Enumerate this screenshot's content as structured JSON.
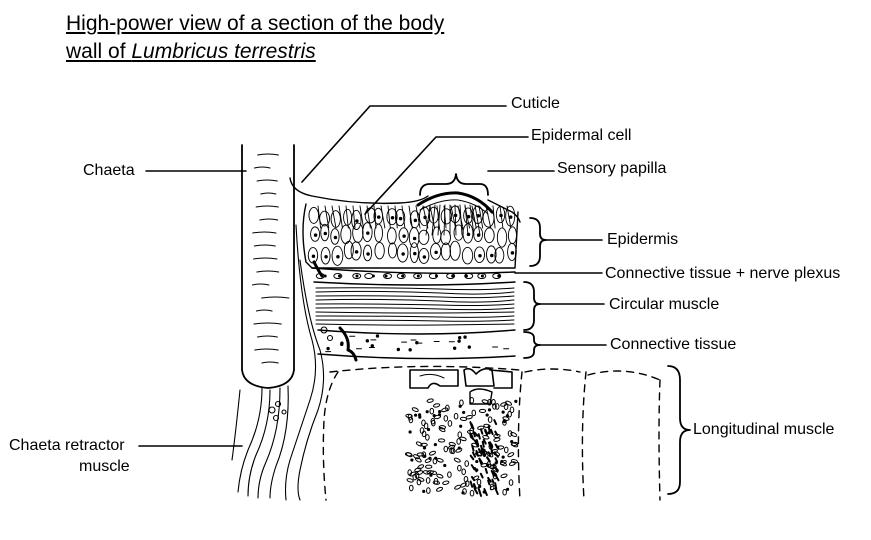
{
  "title": {
    "line1": "High-power view of a section of the body",
    "line2_prefix": "wall of ",
    "line2_species": "Lumbricus terrestris"
  },
  "labels": {
    "cuticle": "Cuticle",
    "epidermal_cell": "Epidermal cell",
    "sensory_papilla": "Sensory papilla",
    "chaeta": "Chaeta",
    "epidermis": "Epidermis",
    "connective_nerve": "Connective tissue + nerve plexus",
    "circular_muscle": "Circular muscle",
    "connective_tissue": "Connective tissue",
    "longitudinal_muscle": "Longitudinal muscle",
    "chaeta_retractor_1": "Chaeta retractor",
    "chaeta_retractor_2": "muscle"
  }
}
